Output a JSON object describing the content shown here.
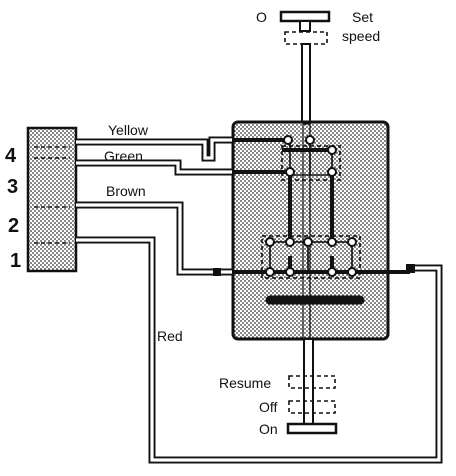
{
  "labels": {
    "set_speed_symbol": "O",
    "set_speed_line1": "Set",
    "set_speed_line2": "speed",
    "wire_yellow": "Yellow",
    "wire_green": "Green",
    "wire_brown": "Brown",
    "wire_red": "Red",
    "pin_4": "4",
    "pin_3": "3",
    "pin_2": "2",
    "pin_1": "1",
    "pos_resume": "Resume",
    "pos_off": "Off",
    "pos_on": "On"
  },
  "colors": {
    "ink": "#111111",
    "paper": "#ffffff"
  }
}
